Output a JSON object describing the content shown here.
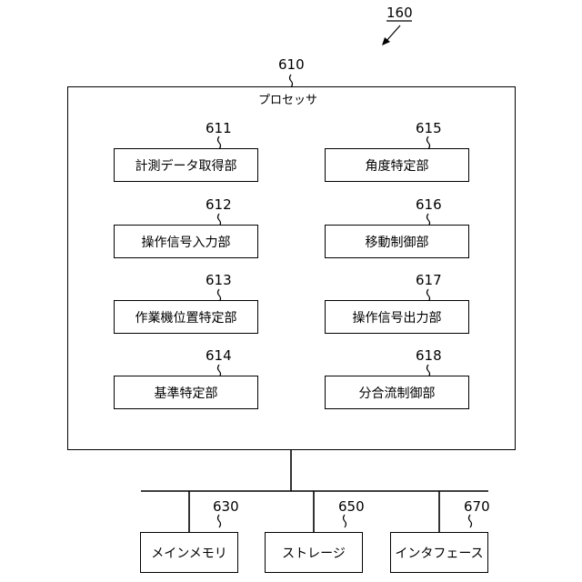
{
  "diagram": {
    "ref": "160",
    "processor": {
      "ref": "610",
      "title": "プロセッサ"
    },
    "units": [
      {
        "ref": "611",
        "label": "計測データ取得部"
      },
      {
        "ref": "612",
        "label": "操作信号入力部"
      },
      {
        "ref": "613",
        "label": "作業機位置特定部"
      },
      {
        "ref": "614",
        "label": "基準特定部"
      },
      {
        "ref": "615",
        "label": "角度特定部"
      },
      {
        "ref": "616",
        "label": "移動制御部"
      },
      {
        "ref": "617",
        "label": "操作信号出力部"
      },
      {
        "ref": "618",
        "label": "分合流制御部"
      }
    ],
    "peripherals": [
      {
        "ref": "630",
        "label": "メインメモリ"
      },
      {
        "ref": "650",
        "label": "ストレージ"
      },
      {
        "ref": "670",
        "label": "インタフェース"
      }
    ]
  }
}
